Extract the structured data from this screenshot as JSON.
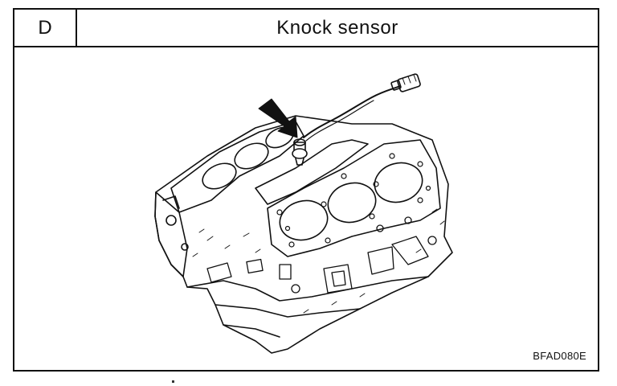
{
  "header": {
    "section_letter": "D",
    "title": "Knock sensor"
  },
  "figure": {
    "subject": "engine-block-illustration",
    "callout": "arrow-indicating-knock-sensor",
    "code": "BFAD080E"
  },
  "colors": {
    "line": "#111111",
    "background": "#ffffff"
  }
}
